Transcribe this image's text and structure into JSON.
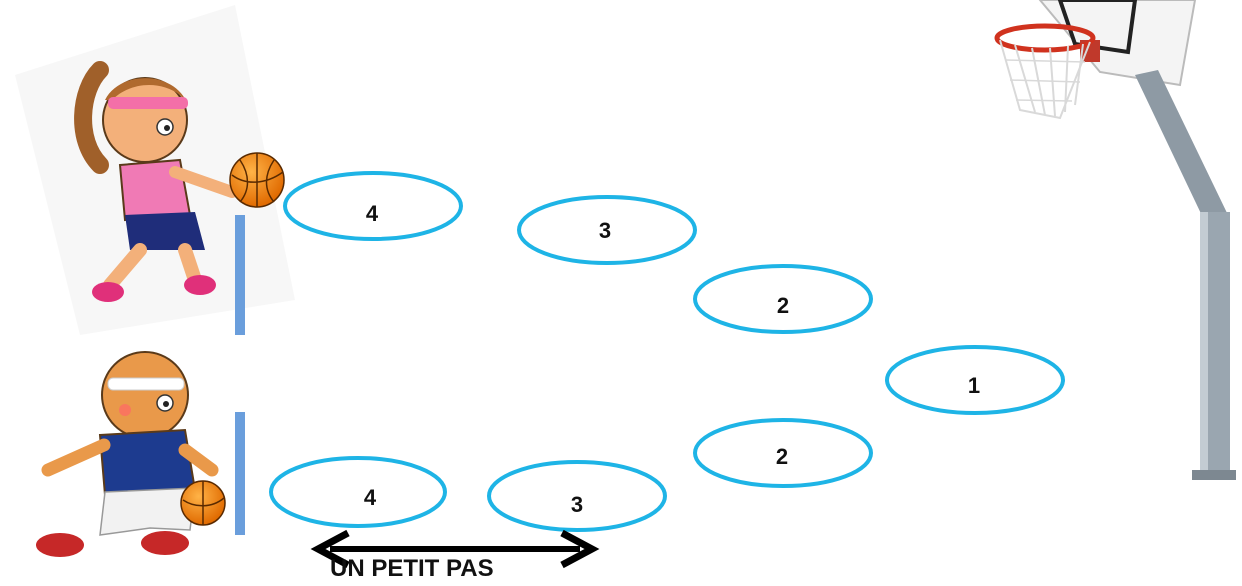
{
  "colors": {
    "ellipse_stroke": "#1EB4E6",
    "marker": "#6A9EDC",
    "arrow": "#000000"
  },
  "icons": [
    "girl-player-icon",
    "boy-player-icon",
    "basketball-hoop-icon"
  ],
  "steps_top": [
    {
      "label": "4"
    },
    {
      "label": "3"
    },
    {
      "label": "2"
    },
    {
      "label": "1"
    }
  ],
  "steps_bottom": [
    {
      "label": "4"
    },
    {
      "label": "3"
    },
    {
      "label": "2"
    }
  ],
  "caption": "UN PETIT PAS"
}
